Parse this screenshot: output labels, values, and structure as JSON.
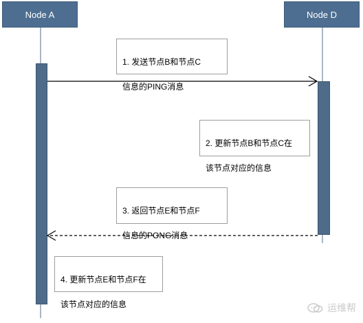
{
  "diagram": {
    "node_a_label": "Node A",
    "node_d_label": "Node D",
    "notes": [
      {
        "line1": "1.  发送节点B和节点C",
        "line2": "信息的PING消息"
      },
      {
        "line1": "2.  更新节点B和节点C在",
        "line2": "该节点对应的信息"
      },
      {
        "line1": "3.  返回节点E和节点F",
        "line2": "信息的PONG消息"
      },
      {
        "line1": "4.  更新节点E和节点F在",
        "line2": "该节点对应的信息"
      }
    ],
    "watermark": "运维帮"
  },
  "colors": {
    "node_fill": "#4d6e91",
    "activation_fill": "#4e6b8a",
    "lifeline": "#a9b6c4",
    "arrow": "#000000",
    "watermark": "#c7c7c7"
  }
}
